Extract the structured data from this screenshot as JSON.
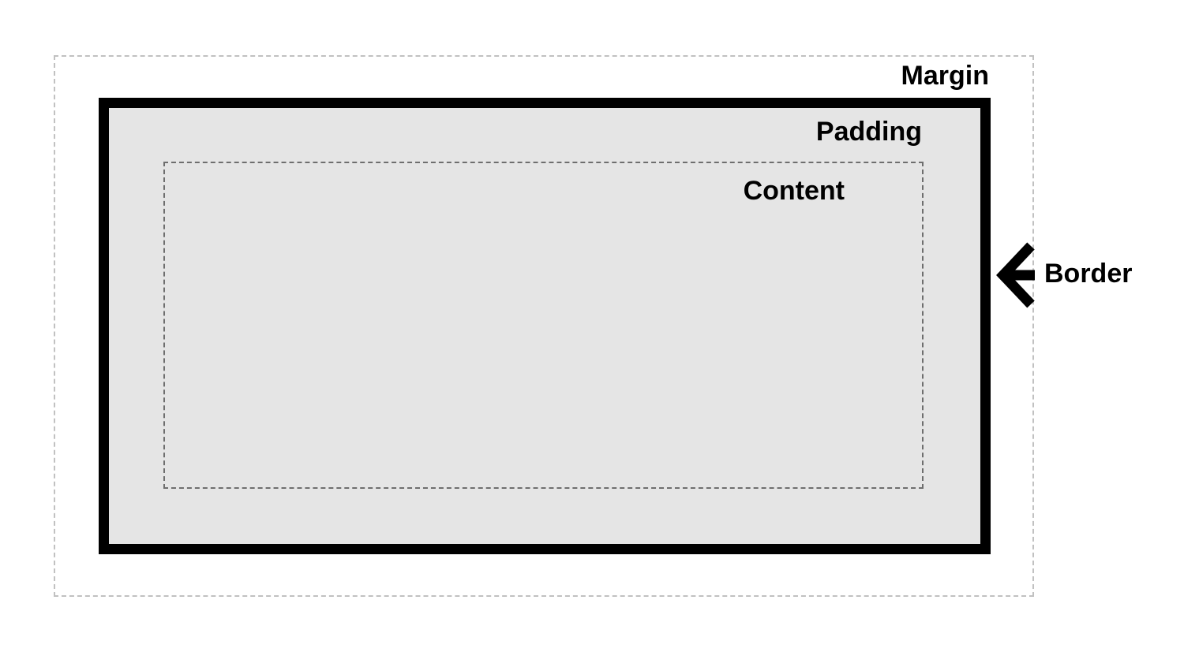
{
  "diagram": {
    "name": "css-box-model",
    "labels": {
      "margin": "Margin",
      "padding": "Padding",
      "content": "Content",
      "border": "Border"
    },
    "icons": {
      "border_arrow": "left-arrow-icon"
    },
    "colors": {
      "page_background": "#ffffff",
      "box_fill": "#e5e5e5",
      "solid_border": "#000000",
      "margin_dash": "#c1c1c1",
      "content_dash": "#6e6e6e",
      "text": "#000000"
    }
  }
}
